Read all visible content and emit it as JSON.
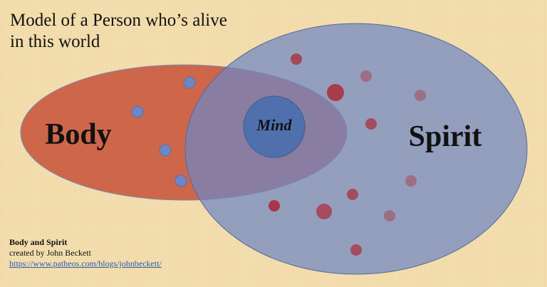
{
  "title": "Model of a Person who’s alive in this world",
  "labels": {
    "body": "Body",
    "spirit": "Spirit",
    "mind": "Mind"
  },
  "caption": {
    "title": "Body and Spirit",
    "credit": "created by John Beckett",
    "link": "https://www.patheos.com/blogs/johnbeckett/"
  },
  "colors": {
    "background": "#f3ddac",
    "body": "#c8553c",
    "spirit": "#6f86c4",
    "mind": "#4f70ad",
    "blue_dot": "#6f86c4",
    "red_dot": "#a8323f"
  }
}
